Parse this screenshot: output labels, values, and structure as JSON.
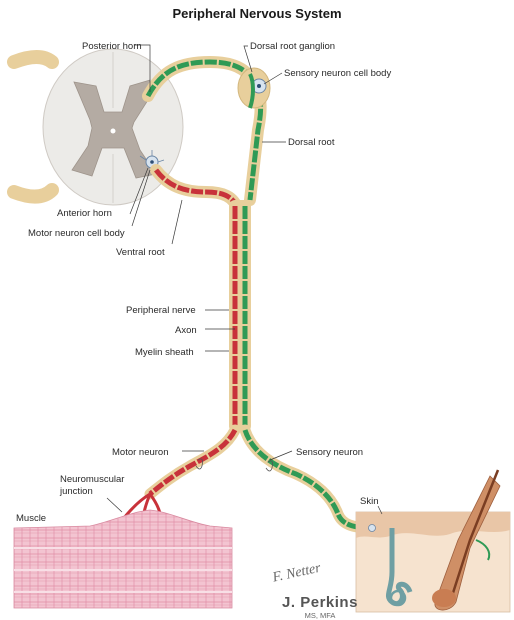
{
  "title": "Peripheral Nervous System",
  "labels": {
    "posterior_horn": "Posterior horn",
    "dorsal_root_ganglion": "Dorsal root ganglion",
    "sensory_cell_body": "Sensory neuron cell body",
    "dorsal_root": "Dorsal root",
    "anterior_horn": "Anterior horn",
    "motor_cell_body": "Motor neuron cell body",
    "ventral_root": "Ventral root",
    "peripheral_nerve": "Peripheral nerve",
    "axon": "Axon",
    "myelin_sheath": "Myelin sheath",
    "motor_neuron": "Motor neuron",
    "sensory_neuron": "Sensory neuron",
    "nmj_line1": "Neuromuscular",
    "nmj_line2": "junction",
    "muscle": "Muscle",
    "skin": "Skin"
  },
  "signature": {
    "script": "F. Netter",
    "author": "J. Perkins",
    "credentials": "MS, MFA"
  },
  "colors": {
    "nerve_sheath": "#e8cf9c",
    "motor_axon": "#c8323a",
    "sensory_axon": "#2f9a55",
    "grey_matter": "#b4aba3",
    "white_matter": "#ecebe8",
    "muscle": "#efb9c8",
    "skin": "#f4dcc4"
  }
}
